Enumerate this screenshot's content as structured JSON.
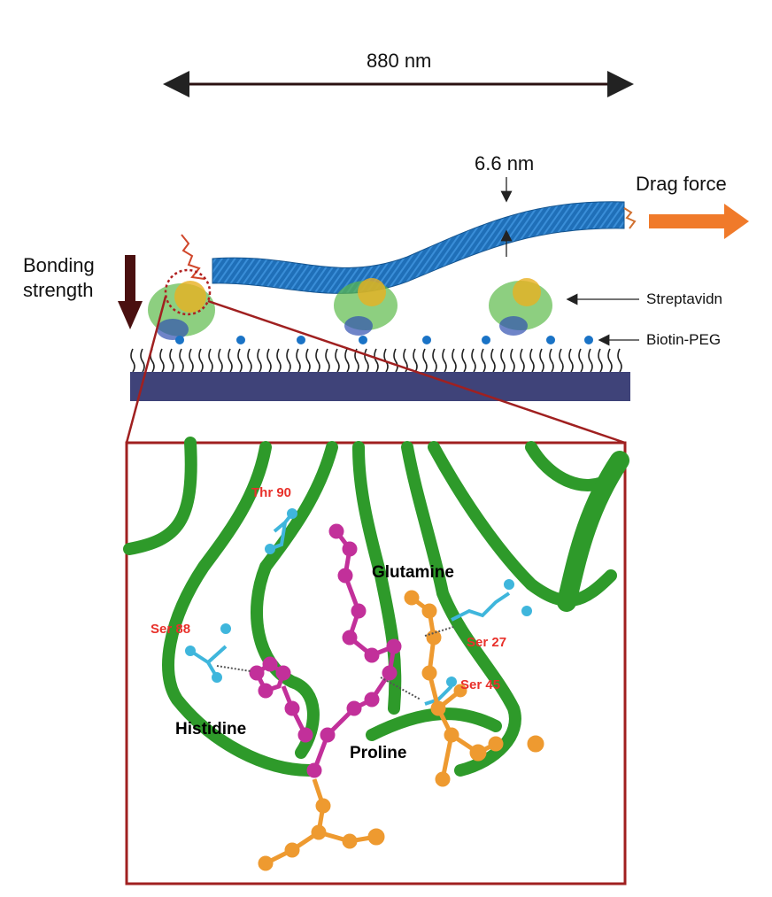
{
  "top": {
    "length_label": "880 nm",
    "diameter_label": "6.6 nm",
    "drag_label": "Drag force",
    "bonding_label_line1": "Bonding",
    "bonding_label_line2": "strength",
    "streptavidin_label": "Streptavidn",
    "biotin_label": "Biotin-PEG"
  },
  "inset": {
    "residues": {
      "thr90": "Thr 90",
      "ser88": "Ser 88",
      "ser27": "Ser 27",
      "ser45": "Ser 45"
    },
    "amino_acids": {
      "glutamine": "Glutamine",
      "histidine": "Histidine",
      "proline": "Proline"
    }
  },
  "colors": {
    "nanotube": "#1f6fb8",
    "drag_arrow": "#f07a2a",
    "bonding_arrow": "#4a1010",
    "substrate": "#3f4379",
    "biotin": "#1a73c6",
    "inset_frame": "#a02020",
    "ribbon": "#2e9a2a",
    "peptide_magenta": "#c2309a",
    "peptide_orange": "#ee9a30",
    "serine_cyan": "#3fb6dc",
    "residue_label": "#e8302a"
  }
}
